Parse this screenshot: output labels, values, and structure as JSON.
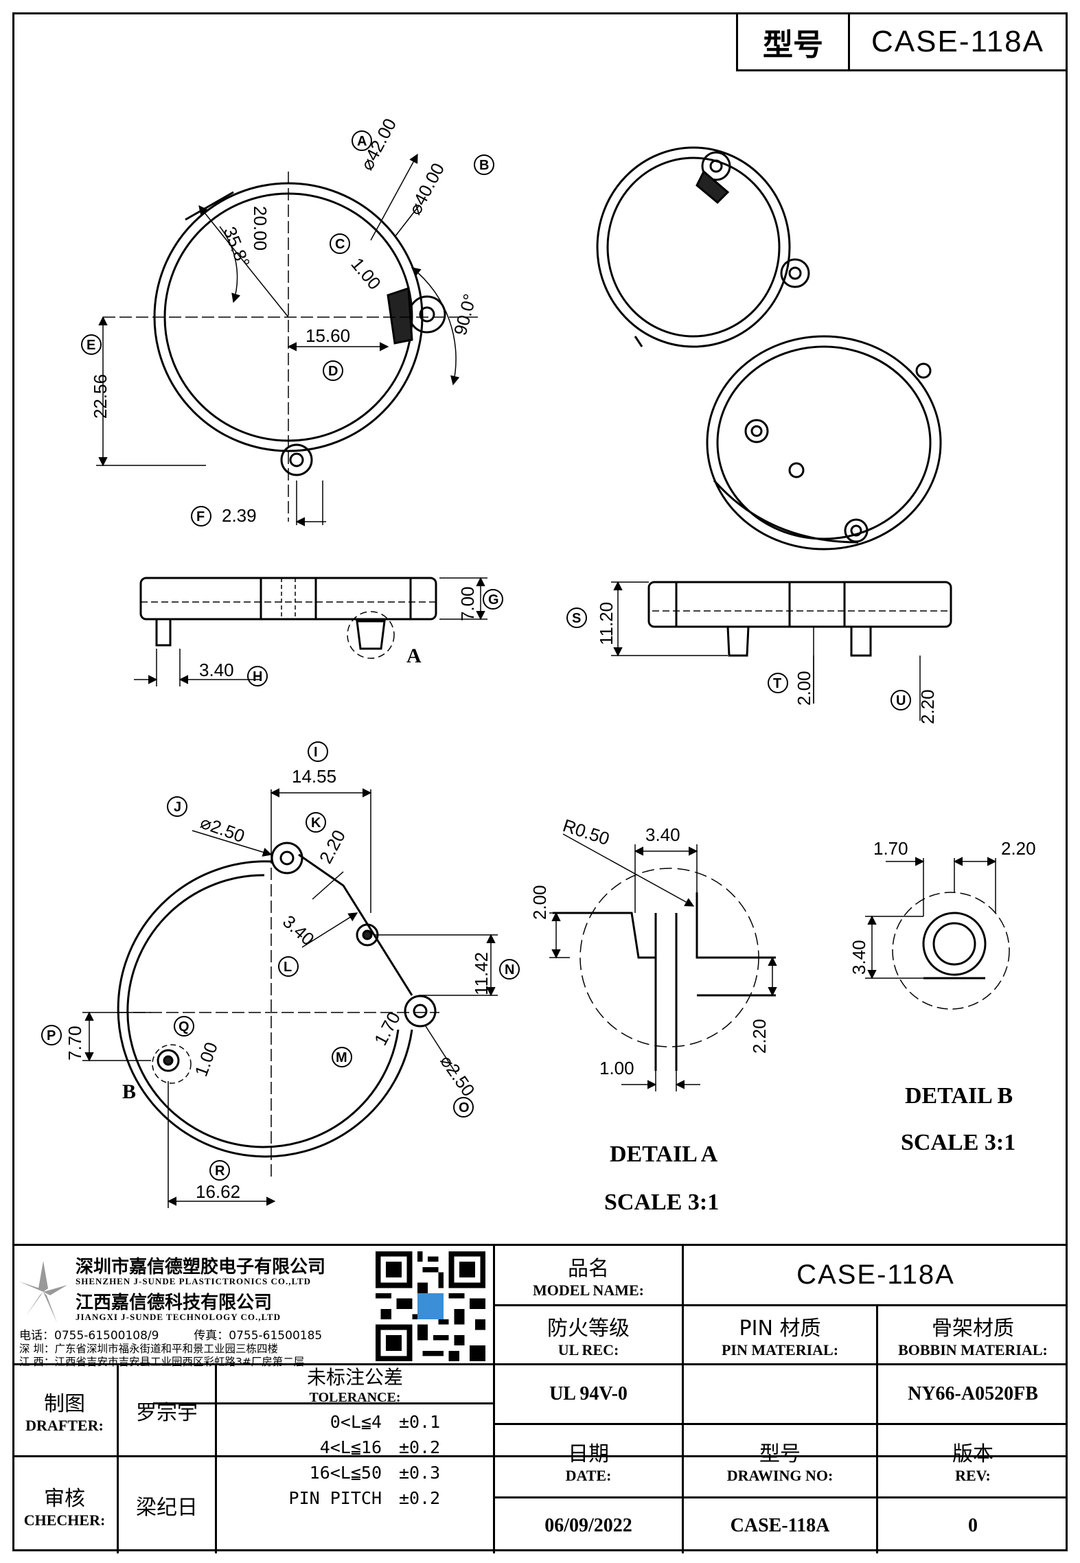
{
  "header": {
    "model_label": "型号",
    "model_value": "CASE-118A"
  },
  "drawing": {
    "top_view": {
      "dims": [
        "⌀42.00",
        "⌀40.00",
        "20.00",
        "35.8°",
        "1.00",
        "90.0°",
        "15.60",
        "22.56",
        "2.39"
      ],
      "tags": [
        "A",
        "B",
        "C",
        "D",
        "E",
        "F"
      ]
    },
    "side_view": {
      "dims": [
        "7.00",
        "3.40",
        "11.20",
        "2.00",
        "2.20"
      ],
      "tags": [
        "G",
        "H",
        "S",
        "T",
        "U"
      ],
      "detail_label": "A"
    },
    "bottom_view": {
      "dims": [
        "14.55",
        "⌀2.50",
        "2.20",
        "3.40",
        "11.42",
        "7.70",
        "1.00",
        "1.70",
        "⌀2.50",
        "16.62"
      ],
      "tags": [
        "I",
        "J",
        "K",
        "L",
        "M",
        "N",
        "O",
        "P",
        "Q",
        "R"
      ],
      "detail_label": "B"
    },
    "detail_a": {
      "dims": [
        "R0.50",
        "3.40",
        "2.00",
        "2.20",
        "1.00"
      ],
      "title": "DETAIL A",
      "scale": "SCALE 3:1"
    },
    "detail_b": {
      "dims": [
        "1.70",
        "2.20",
        "3.40"
      ],
      "title": "DETAIL B",
      "scale": "SCALE 3:1"
    }
  },
  "titleblock": {
    "company_cn_1": "深圳市嘉信德塑胶电子有限公司",
    "company_en_1": "SHENZHEN J-SUNDE PLASTICTRONICS CO.,LTD",
    "company_cn_2": "江西嘉信德科技有限公司",
    "company_en_2": "JIANGXI J-SUNDE TECHNOLOGY CO.,LTD",
    "phone_label": "电话：",
    "phone": "0755-61500108/9",
    "fax_label": "传真：",
    "fax": "0755-61500185",
    "addr_sz_label": "深 圳：",
    "addr_sz": "广东省深圳市福永街道和平和景工业园三栋四楼",
    "addr_jx_label": "江 西：",
    "addr_jx": "江西省吉安市吉安县工业园西区彩虹路3#厂房第二层",
    "model_name_cn": "品名",
    "model_name_en": "MODEL NAME:",
    "model_name_value": "CASE-118A",
    "ul_cn": "防火等级",
    "ul_en": "UL REC:",
    "ul_value": "UL 94V-0",
    "pin_cn": "PIN 材质",
    "pin_en": "PIN MATERIAL:",
    "pin_value": "",
    "bobbin_cn": "骨架材质",
    "bobbin_en": "BOBBIN MATERIAL:",
    "bobbin_value": "NY66-A0520FB",
    "drafter_cn": "制图",
    "drafter_en": "DRAFTER:",
    "drafter_value": "罗宗宇",
    "checker_cn": "审核",
    "checker_en": "CHECHER:",
    "checker_value": "梁纪日",
    "tolerance_cn": "未标注公差",
    "tolerance_en": "TOLERANCE:",
    "tolerances": [
      {
        "range": "0<L≦4",
        "value": "±0.1"
      },
      {
        "range": "4<L≦16",
        "value": "±0.2"
      },
      {
        "range": "16<L≦50",
        "value": "±0.3"
      },
      {
        "range": "PIN PITCH",
        "value": "±0.2"
      }
    ],
    "date_cn": "日期",
    "date_en": "DATE:",
    "date_value": "06/09/2022",
    "drawing_no_cn": "型号",
    "drawing_no_en": "DRAWING NO:",
    "drawing_no_value": "CASE-118A",
    "rev_cn": "版本",
    "rev_en": "REV:",
    "rev_value": "0"
  }
}
